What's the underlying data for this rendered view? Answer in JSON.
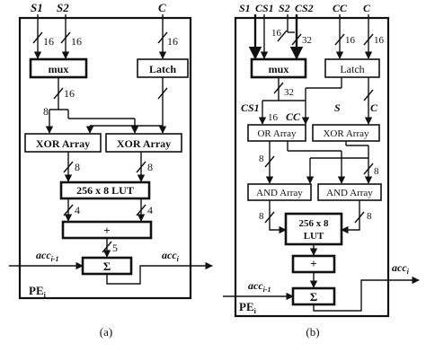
{
  "panel_a": {
    "inputs": {
      "s1": "S1",
      "s2": "S2",
      "c": "C"
    },
    "blocks": {
      "mux": "mux",
      "latch": "Latch",
      "xor1": "XOR Array",
      "xor2": "XOR Array",
      "lut": "256 x 8 LUT",
      "adder": "+",
      "sigma": "Σ"
    },
    "widths": {
      "s1": "16",
      "s2": "16",
      "c": "16",
      "mux_out": "16",
      "split": "8",
      "xor1_out": "8",
      "xor2_out": "8",
      "lut_l": "4",
      "lut_r": "4",
      "add_out": "5"
    },
    "signals": {
      "acc_in": "acc",
      "acc_in_sub": "i-1",
      "acc_out": "acc",
      "acc_out_sub": "i"
    },
    "pe": {
      "label": "PE",
      "sub": "i"
    },
    "caption": "(a)"
  },
  "panel_b": {
    "inputs": {
      "s1": "S1",
      "cs1": "CS1",
      "s2": "S2",
      "cs2": "CS2",
      "cc": "CC",
      "c": "C"
    },
    "blocks": {
      "mux": "mux",
      "latch": "Latch",
      "or": "OR Array",
      "xor": "XOR Array",
      "and1": "AND Array",
      "and2": "AND Array",
      "lut_l1": "256 x 8",
      "lut_l2": "LUT",
      "adder": "+",
      "sigma": "Σ"
    },
    "widths": {
      "in16": "16",
      "in32": "32",
      "mux_out": "32",
      "or_in": "16",
      "or_out": "8",
      "xor_out": "8",
      "and1_out": "8",
      "and2_out": "8"
    },
    "signal_labels": {
      "cs1": "CS1",
      "cc": "CC",
      "s": "S",
      "c": "C"
    },
    "signals": {
      "acc_in": "acc",
      "acc_in_sub": "i-1",
      "acc_out": "acc",
      "acc_out_sub": "i"
    },
    "pe": {
      "label": "PE",
      "sub": "i"
    },
    "caption": "(b)"
  }
}
